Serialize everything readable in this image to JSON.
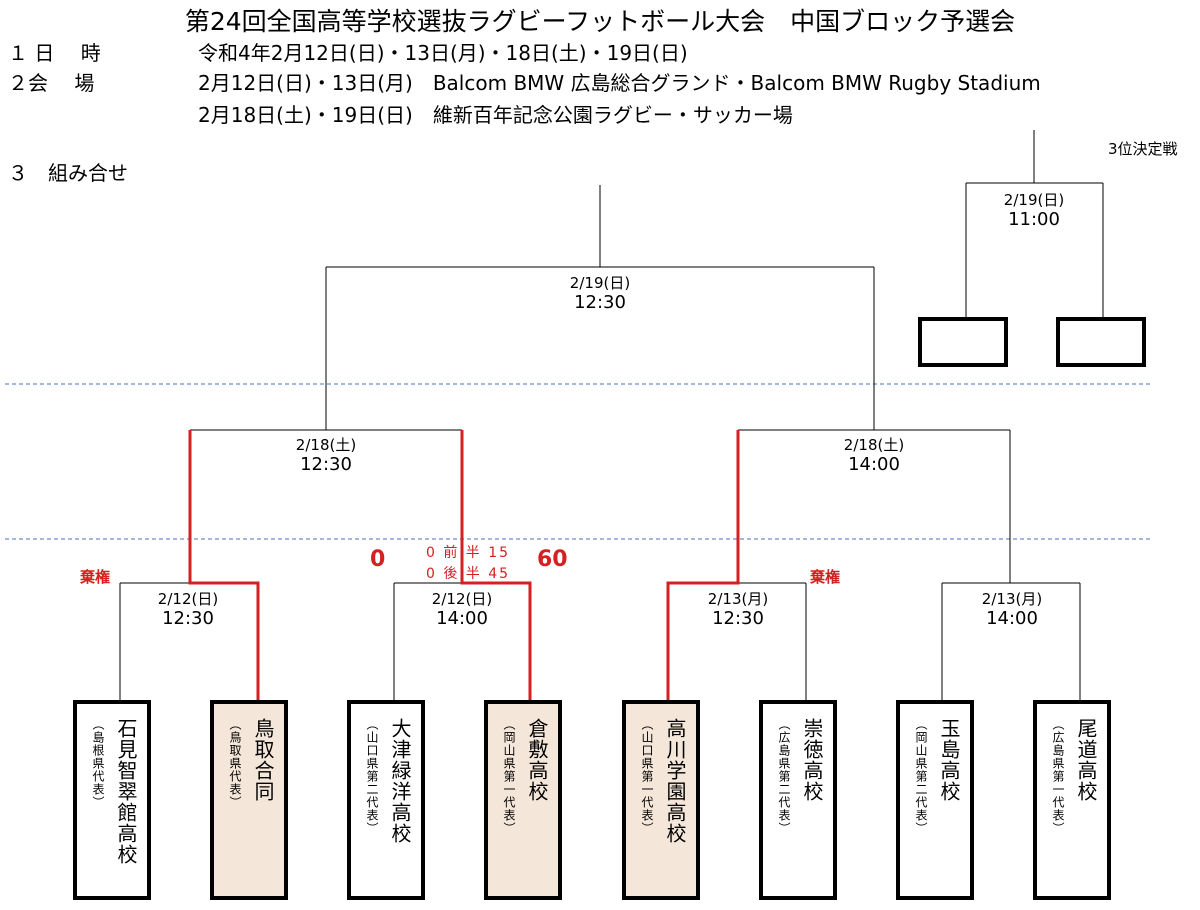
{
  "title": "第24回全国高等学校選抜ラグビーフットボール大会　中国ブロック予選会",
  "info": {
    "date_label": "１ 日　 時",
    "date_value": "令和4年2月12日(日)・13日(月)・18日(土)・19日(日)",
    "venue_label": "２会　 場",
    "venue_line1": "2月12日(日)・13日(月)　Balcom BMW 広島総合グランド・Balcom BMW Rugby Stadium",
    "venue_line2": "2月18日(土)・19日(日)　維新百年記念公園ラグビー・サッカー場",
    "pairing_label": "３　組み合せ"
  },
  "third_place": {
    "heading": "3位決定戦",
    "date": "2/19(日)",
    "time": "11:00"
  },
  "final": {
    "date": "2/19(日)",
    "time": "12:30"
  },
  "semifinals": [
    {
      "date": "2/18(土)",
      "time": "12:30"
    },
    {
      "date": "2/18(土)",
      "time": "14:00"
    }
  ],
  "first_round": [
    {
      "date": "2/12(日)",
      "time": "12:30",
      "note": "棄権"
    },
    {
      "date": "2/12(日)",
      "time": "14:00",
      "score_left": "0",
      "score_right": "60",
      "half1": "0 前 半 15",
      "half2": "0 後 半 45"
    },
    {
      "date": "2/13(月)",
      "time": "12:30"
    },
    {
      "date": "2/13(月)",
      "time": "14:00",
      "note": "棄権"
    }
  ],
  "teams": [
    {
      "name": "石見智翠館高校",
      "pref": "（島根県代表）",
      "winner": false
    },
    {
      "name": "鳥取合同",
      "pref": "（鳥取県代表）",
      "winner": true
    },
    {
      "name": "大津緑洋高校",
      "pref": "（山口県第二代表）",
      "winner": false
    },
    {
      "name": "倉敷高校",
      "pref": "（岡山県第一代表）",
      "winner": true
    },
    {
      "name": "高川学園高校",
      "pref": "（山口県第一代表）",
      "winner": true
    },
    {
      "name": "崇徳高校",
      "pref": "（広島県第二代表）",
      "winner": false
    },
    {
      "name": "玉島高校",
      "pref": "（岡山県第二代表）",
      "winner": false
    },
    {
      "name": "尾道高校",
      "pref": "（広島県第一代表）",
      "winner": false
    }
  ],
  "colors": {
    "winner_line": "#d42020",
    "winner_fill": "#f4e6d9",
    "divider": "#4a72c4"
  }
}
